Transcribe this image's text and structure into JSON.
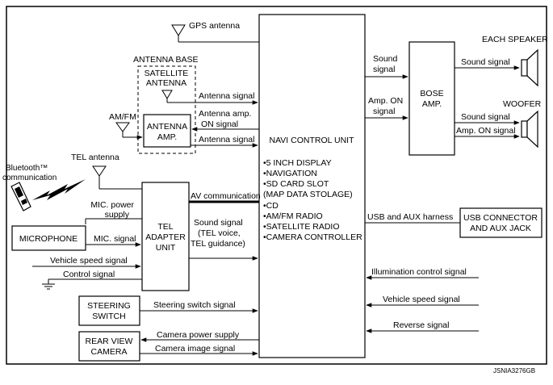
{
  "boxes": {
    "navi_title": "NAVI CONTROL UNIT",
    "navi_features": [
      "•5 INCH DISPLAY",
      "•NAVIGATION",
      "•SD CARD SLOT",
      " (MAP DATA STOLAGE)",
      "•CD",
      "•AM/FM RADIO",
      "•SATELLITE RADIO",
      "•CAMERA CONTROLLER"
    ],
    "bose": [
      "BOSE",
      "AMP."
    ],
    "antenna_amp": [
      "ANTENNA",
      "AMP."
    ],
    "tel_adapter": [
      "TEL",
      "ADAPTER",
      "UNIT"
    ],
    "microphone": "MICROPHONE",
    "steering_switch": [
      "STEERING",
      "SWITCH"
    ],
    "rear_view_camera": [
      "REAR VIEW",
      "CAMERA"
    ],
    "usb_aux": [
      "USB CONNECTOR",
      "AND AUX JACK"
    ]
  },
  "labels": {
    "gps_antenna": "GPS antenna",
    "antenna_base": "ANTENNA BASE",
    "satellite_antenna": [
      "SATELLITE",
      "ANTENNA"
    ],
    "am_fm": "AM/FM",
    "tel_antenna": "TEL antenna",
    "bluetooth": [
      "Bluetooth™",
      "communication"
    ],
    "each_speaker": "EACH SPEAKER",
    "woofer": "WOOFER",
    "diagram_code": "JSNIA3276GB"
  },
  "signals": {
    "antenna_signal_1": "Antenna signal",
    "antenna_amp_on": [
      "Antenna amp.",
      "ON signal"
    ],
    "antenna_signal_2": "Antenna signal",
    "av_communication": "AV communication",
    "mic_power": [
      "MIC. power",
      "supply"
    ],
    "mic_signal": "MIC. signal",
    "vehicle_speed_left": "Vehicle speed signal",
    "control_signal": "Control signal",
    "sound_signal_tel": [
      "Sound signal",
      "(TEL voice,",
      "TEL guidance)"
    ],
    "steering_switch_signal": "Steering switch signal",
    "camera_power": "Camera power supply",
    "camera_image": "Camera image signal",
    "sound_signal_bose": [
      "Sound",
      "signal"
    ],
    "amp_on_bose": [
      "Amp. ON",
      "signal"
    ],
    "sound_signal_speaker": "Sound signal",
    "sound_signal_woofer": "Sound signal",
    "amp_on_woofer": "Amp. ON signal",
    "usb_harness": "USB and AUX harness",
    "illumination": "Illumination control signal",
    "vehicle_speed_right": "Vehicle speed signal",
    "reverse": "Reverse signal"
  }
}
